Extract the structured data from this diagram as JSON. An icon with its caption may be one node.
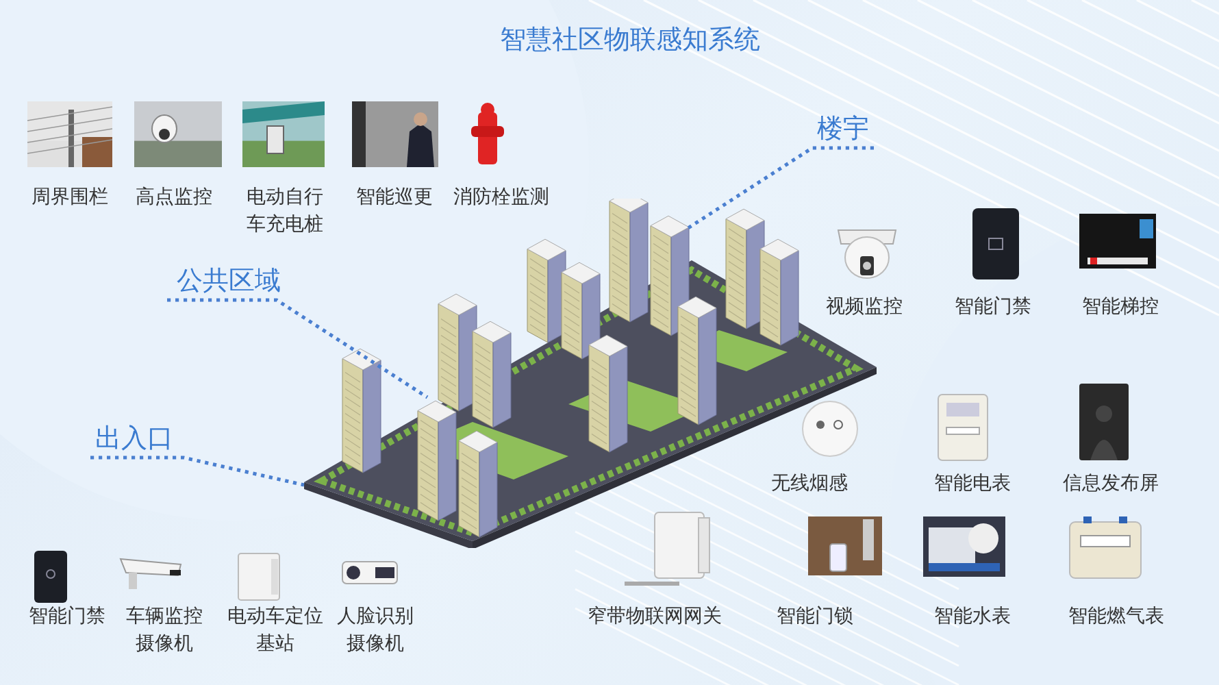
{
  "diagram": {
    "title": "智慧社区物联感知系统",
    "nodes": [
      {
        "text": [
          "楼宇"
        ]
      },
      {
        "text": [
          "公共区域"
        ]
      },
      {
        "text": [
          "出入口"
        ]
      },
      {
        "text": [],
        "shape": "picture"
      }
    ],
    "edges": [
      {
        "from": 0,
        "to": 3,
        "arrow": "none",
        "style": "dashed"
      },
      {
        "from": 1,
        "to": 3,
        "arrow": "none",
        "style": "dashed"
      },
      {
        "from": 2,
        "to": 3,
        "arrow": "none",
        "style": "dashed"
      }
    ],
    "labels": [
      "周界围栏",
      "高点监控",
      "电动自行车充电桩",
      "智能巡更",
      "消防栓监测",
      "视频监控",
      "智能门禁",
      "智能梯控",
      "无线烟感",
      "智能电表",
      "信息发布屏",
      "智能门禁",
      "车辆监控摄像机",
      "电动车定位基站",
      "人脸识别摄像机",
      "窄带物联网网关",
      "智能门锁",
      "智能水表",
      "智能燃气表"
    ]
  }
}
